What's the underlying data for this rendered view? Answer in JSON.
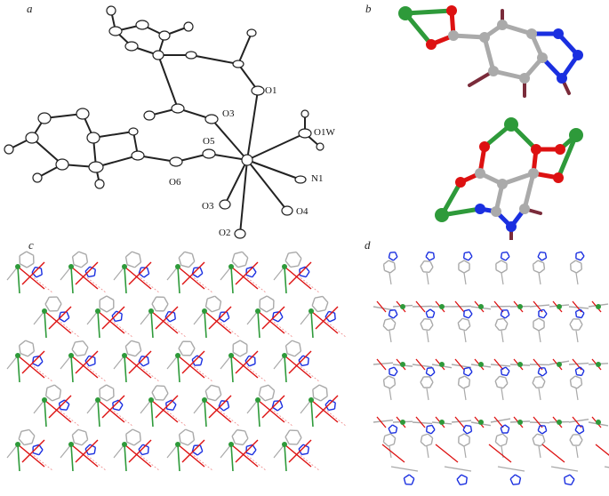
{
  "panels": {
    "a": {
      "letter": "a"
    },
    "b": {
      "letter": "b"
    },
    "c": {
      "letter": "c"
    },
    "d": {
      "letter": "d"
    }
  },
  "atom_labels": {
    "O1": "O1",
    "O3_top": "O3",
    "O1W": "O1W",
    "O5": "O5",
    "O6": "O6",
    "N1": "N1",
    "O3_bottom": "O3",
    "O4": "O4",
    "O2": "O2"
  },
  "colors": {
    "bond": "#222222",
    "metal": "#2e9a3a",
    "oxygen": "#dd1111",
    "nitrogen": "#1a2fe0",
    "carbon": "#a9a9a9",
    "hydrogen": "#7a2b3a"
  }
}
